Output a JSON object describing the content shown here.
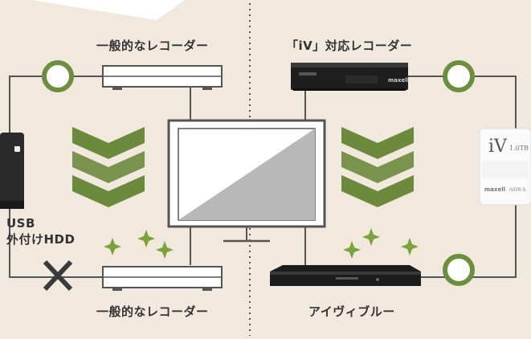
{
  "labels": {
    "top_left": "一般的なレコーダー",
    "top_right": "「iV」対応レコーダー",
    "bottom_left": "一般的なレコーダー",
    "bottom_right": "アイヴィブルー",
    "usb_line1": "USB",
    "usb_line2": "外付けHDD"
  },
  "cartridge": {
    "logo": "iV",
    "capacity": "1.0TB",
    "brand": "maxell",
    "code": "iVDR-S"
  },
  "recorder_brand": "maxell",
  "colors": {
    "background": "#f1e9de",
    "accent_green": "#6b8f3a",
    "line": "#555555",
    "chevron_green": "#6b8a3c",
    "cross": "#3a3a3a"
  },
  "icons": [
    "green-ring-icon",
    "cross-icon",
    "sparkle-icon",
    "chevron-down-icon",
    "external-hdd-icon",
    "tv-icon",
    "recorder-icon",
    "ivdr-cartridge-icon"
  ]
}
